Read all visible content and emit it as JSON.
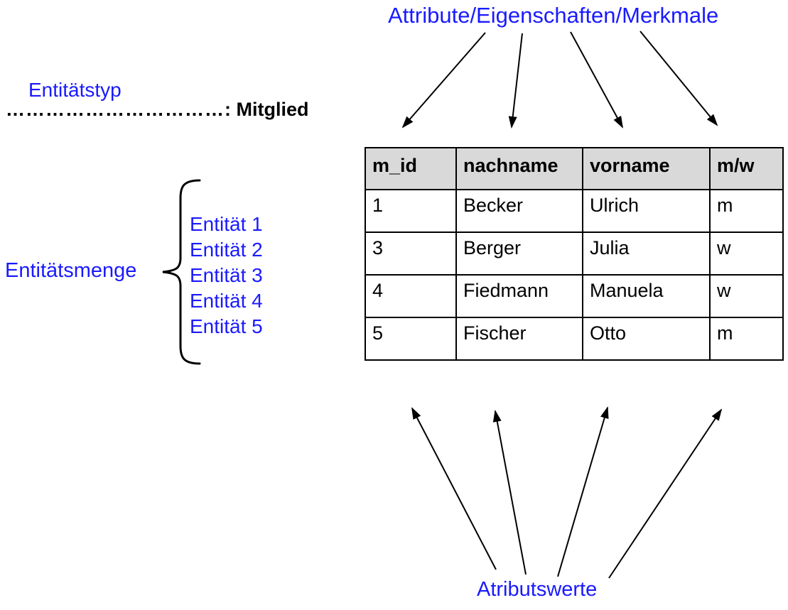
{
  "colors": {
    "accent_blue": "#1a1aff",
    "text_black": "#000000",
    "table_header_bg": "#d9d9d9",
    "background": "#ffffff"
  },
  "labels": {
    "attributes_title": "Attribute/Eigenschaften/Merkmale",
    "entity_type": "Entitätstyp",
    "entity_type_dots": "……………………………",
    "entity_type_value": ": Mitglied",
    "entity_set": "Entitätsmenge",
    "attribute_values": "Atributswerte"
  },
  "entity_list": [
    "Entität 1",
    "Entität 2",
    "Entität 3",
    "Entität 4",
    "Entität 5"
  ],
  "table": {
    "columns": [
      "m_id",
      "nachname",
      "vorname",
      "m/w"
    ],
    "rows": [
      [
        "1",
        "Becker",
        "Ulrich",
        "m"
      ],
      [
        "3",
        "Berger",
        "Julia",
        "w"
      ],
      [
        "4",
        "Fiedmann",
        "Manuela",
        "w"
      ],
      [
        "5",
        "Fischer",
        "Otto",
        "m"
      ]
    ]
  }
}
